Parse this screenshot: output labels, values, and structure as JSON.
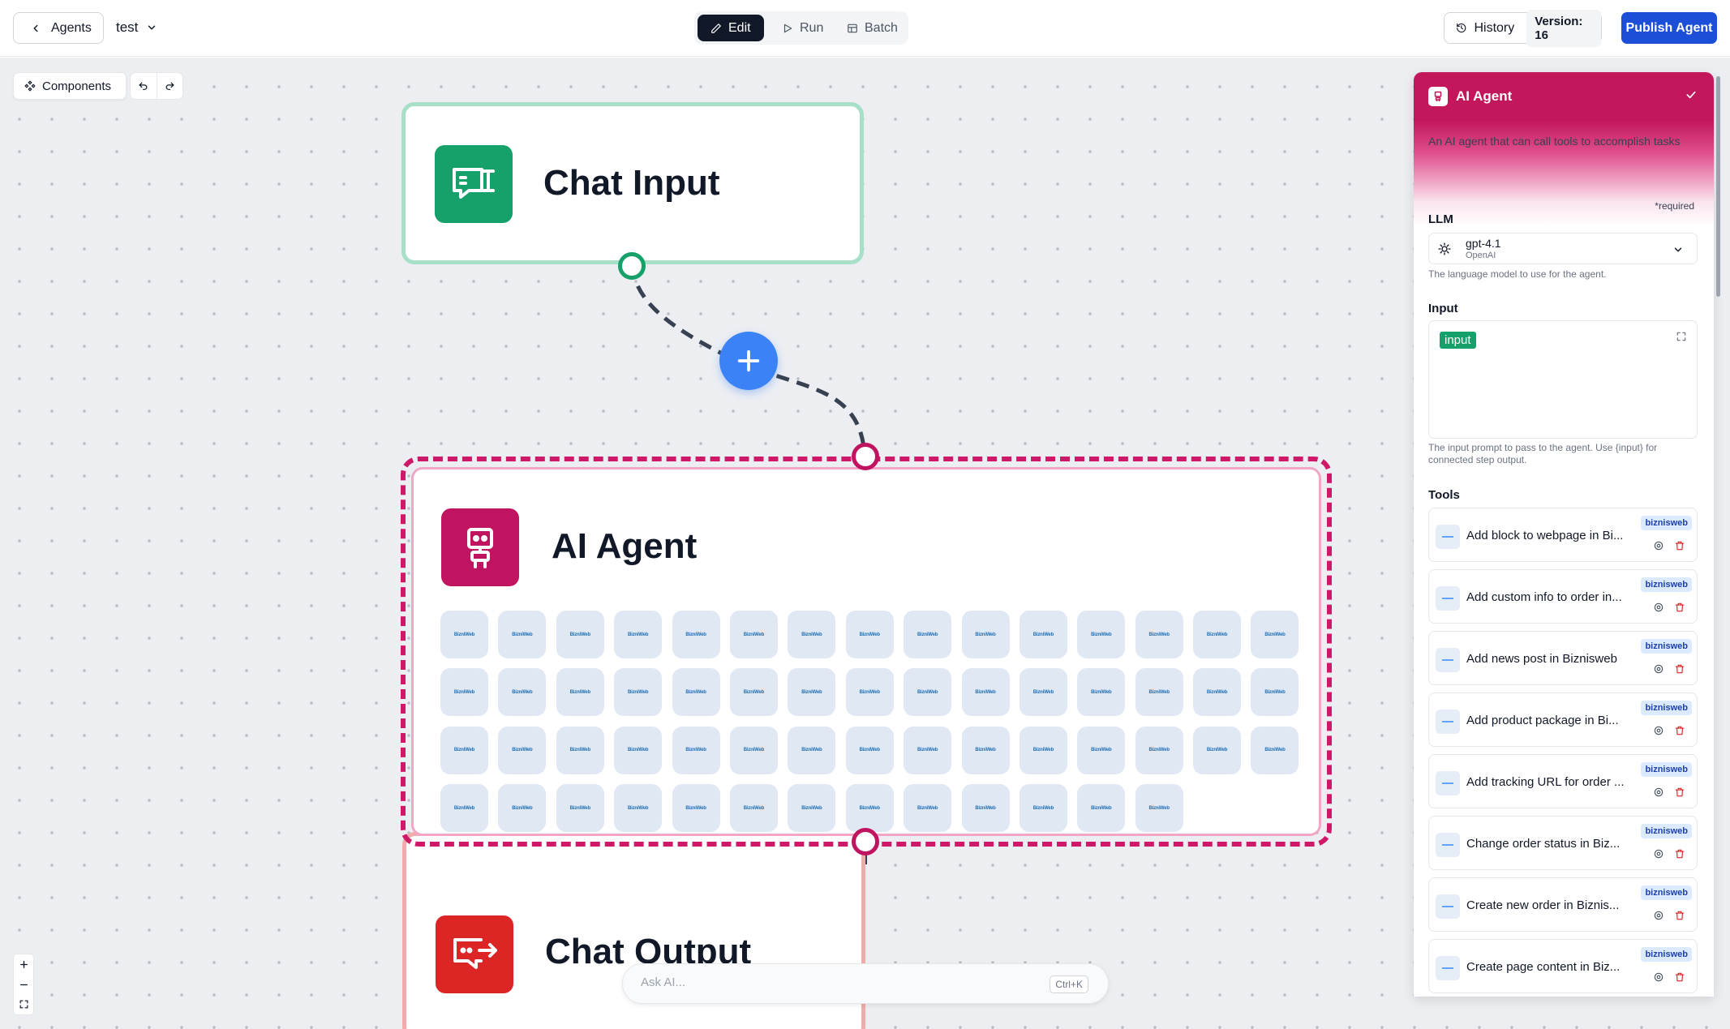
{
  "topbar": {
    "back_label": "Agents",
    "agent_name": "test",
    "modes": [
      "Edit",
      "Run",
      "Batch"
    ],
    "history_label": "History",
    "version_label": "Version: 16",
    "publish_label": "Publish Agent"
  },
  "canvas": {
    "components_label": "Components",
    "ask_ai_placeholder": "Ask AI...",
    "ask_ai_shortcut": "Ctrl+K"
  },
  "nodes": {
    "chat_input": "Chat Input",
    "ai_agent": "AI Agent",
    "chat_output": "Chat Output",
    "tool_chip_label": "BizniWeb"
  },
  "panel": {
    "title": "AI Agent",
    "description": "An AI agent that can call tools to accomplish tasks",
    "required": "*required",
    "llm_label": "LLM",
    "llm_model": "gpt-4.1",
    "llm_provider": "OpenAI",
    "llm_help": "The language model to use for the agent.",
    "input_label": "Input",
    "input_chip": "input",
    "input_help": "The input prompt to pass to the agent. Use {input} for connected step output.",
    "tools_label": "Tools",
    "tools": [
      {
        "name": "Add block to webpage in Bi...",
        "badge": "biznisweb"
      },
      {
        "name": "Add custom info to order in...",
        "badge": "biznisweb"
      },
      {
        "name": "Add news post in Biznisweb",
        "badge": "biznisweb"
      },
      {
        "name": "Add product package in Bi...",
        "badge": "biznisweb"
      },
      {
        "name": "Add tracking URL for order ...",
        "badge": "biznisweb"
      },
      {
        "name": "Change order status in Biz...",
        "badge": "biznisweb"
      },
      {
        "name": "Create new order in Biznis...",
        "badge": "biznisweb"
      },
      {
        "name": "Create page content in Biz...",
        "badge": "biznisweb"
      }
    ]
  },
  "colors": {
    "accent_blue": "#1d4ed8",
    "agent_pink": "#c2185b",
    "input_green": "#16a06a",
    "output_red": "#dc2626"
  }
}
